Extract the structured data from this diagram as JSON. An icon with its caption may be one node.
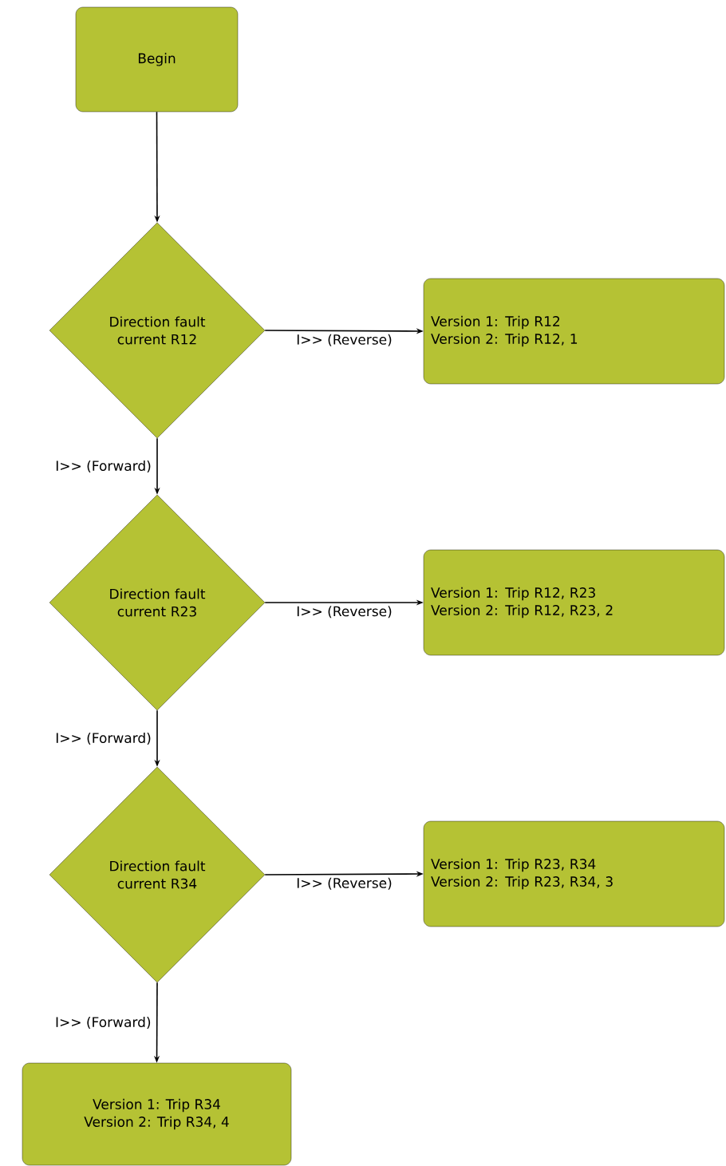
{
  "diagram": {
    "nodes": [
      {
        "text": [
          "Begin"
        ]
      },
      {
        "text": [
          "Direction fault current R12"
        ]
      },
      {
        "text": [
          "Version 1: Trip R12",
          "Version 2: Trip R12, 1"
        ]
      },
      {
        "text": [
          "Direction fault current R23"
        ]
      },
      {
        "text": [
          "Version 1: Trip R12, R23",
          "Version 2: Trip R12, R23, 2"
        ]
      },
      {
        "text": [
          "Direction fault current R34"
        ]
      },
      {
        "text": [
          "Version 1: Trip R23, R34",
          "Version 2: Trip R23, R34, 3"
        ]
      },
      {
        "text": [
          "Version 1: Trip R34",
          "Version 2: Trip R34, 4"
        ]
      }
    ],
    "edges": [
      {
        "from": 0,
        "to": 1,
        "arrow": "to"
      },
      {
        "from": 1,
        "to": 2,
        "arrow": "to",
        "label": "I>> (Reverse)"
      },
      {
        "from": 1,
        "to": 3,
        "arrow": "to",
        "label": "I>> (Forward)"
      },
      {
        "from": 3,
        "to": 4,
        "arrow": "to",
        "label": "I>> (Reverse)"
      },
      {
        "from": 3,
        "to": 5,
        "arrow": "to",
        "label": "I>> (Forward)"
      },
      {
        "from": 5,
        "to": 6,
        "arrow": "to",
        "label": "I>> (Reverse)"
      },
      {
        "from": 5,
        "to": 7,
        "arrow": "to",
        "label": "I>> (Forward)"
      }
    ]
  }
}
